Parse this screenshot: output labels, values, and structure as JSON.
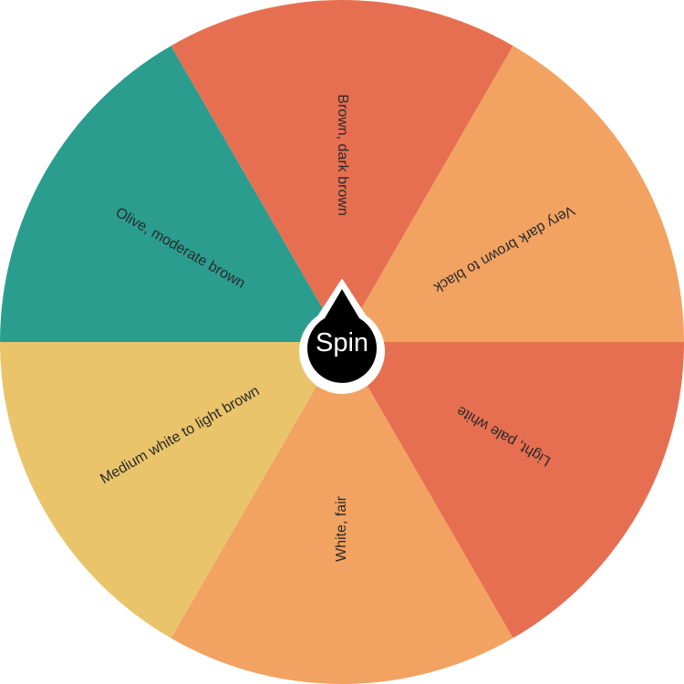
{
  "wheel": {
    "segments": [
      {
        "label": "Very dark brown to black",
        "color": "#f2a261"
      },
      {
        "label": "Light, pale white",
        "color": "#e76f51"
      },
      {
        "label": "White, fair",
        "color": "#f2a261"
      },
      {
        "label": "Medium white to light brown",
        "color": "#e9c46a"
      },
      {
        "label": "Olive, moderate brown",
        "color": "#2a9d8f"
      },
      {
        "label": "Brown, dark brown",
        "color": "#e76f51"
      }
    ],
    "spin_label": "Spin",
    "spin_color": "#000000"
  }
}
